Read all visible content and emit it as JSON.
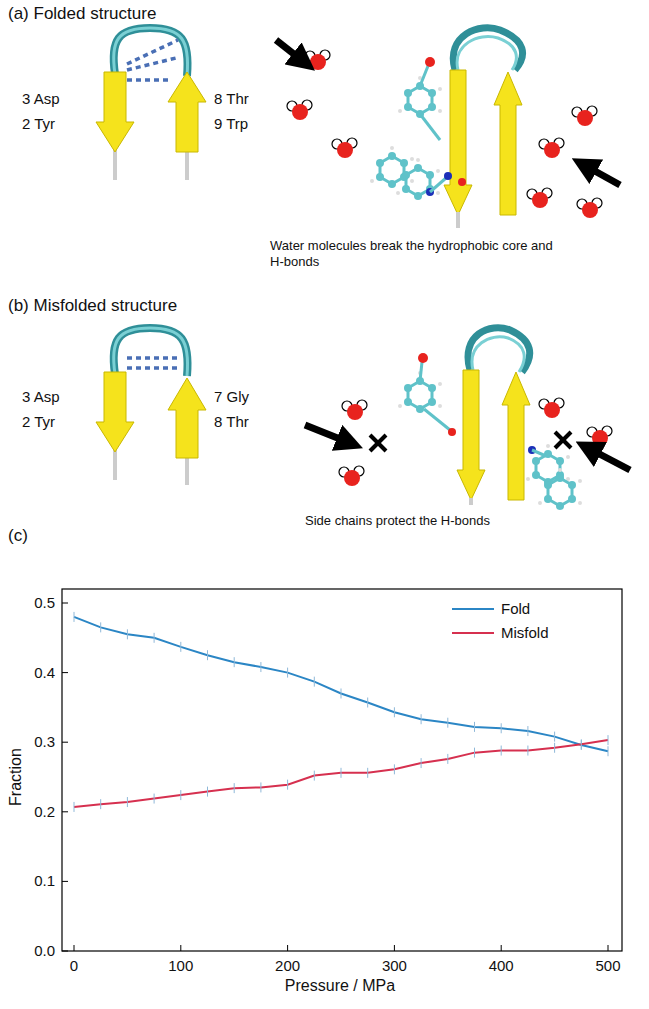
{
  "diagram": {
    "labels": [
      "(a) Folded structure",
      "3 Asp",
      "2 Tyr",
      "8 Thr",
      "9 Trp",
      "Water molecules break the hydrophobic core and H-bonds",
      "(b) Misfolded structure",
      "3 Asp",
      "2 Tyr",
      "7 Gly",
      "8 Thr",
      "Side chains protect the H-bonds",
      "(c)",
      "0.0",
      "0.1",
      "0.2",
      "0.3",
      "0.4",
      "0.5",
      "0",
      "100",
      "200",
      "300",
      "400",
      "500",
      "Fraction",
      "Pressure / MPa"
    ],
    "legend": [
      {
        "text": "Fold"
      },
      {
        "text": "Misfold"
      }
    ]
  }
}
